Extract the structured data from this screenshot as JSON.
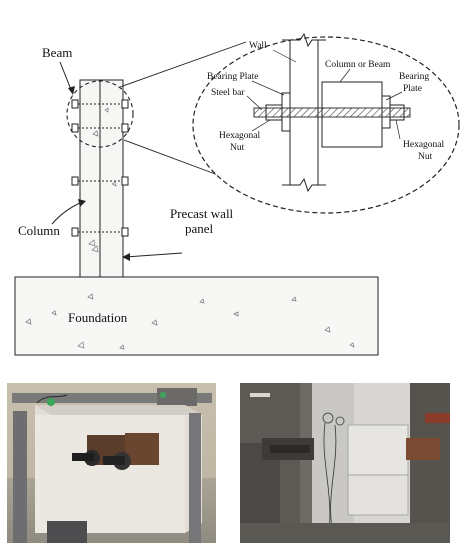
{
  "diagram": {
    "labels": {
      "beam": "Beam",
      "column": "Column",
      "precast_wall_panel_line1": "Precast wall",
      "precast_wall_panel_line2": "panel",
      "foundation": "Foundation"
    },
    "detail_labels": {
      "wall": "Wall",
      "column_or_beam": "Column or Beam",
      "bearing_plate_left": "Bearing Plate",
      "bearing_plate_right_line1": "Bearing",
      "bearing_plate_right_line2": "Plate",
      "steel_bar": "Steel bar",
      "hex_nut_left_line1": "Hexagonal",
      "hex_nut_left_line2": "Nut",
      "hex_nut_right_line1": "Hexagonal",
      "hex_nut_right_line2": "Nut"
    }
  },
  "colors": {
    "line": "#1a1a1a",
    "concrete": "#f4f4f2",
    "hatch": "#555555"
  },
  "photos": {
    "left_description_icon": "test-specimen-photo",
    "right_description_icon": "connection-closeup-photo"
  }
}
